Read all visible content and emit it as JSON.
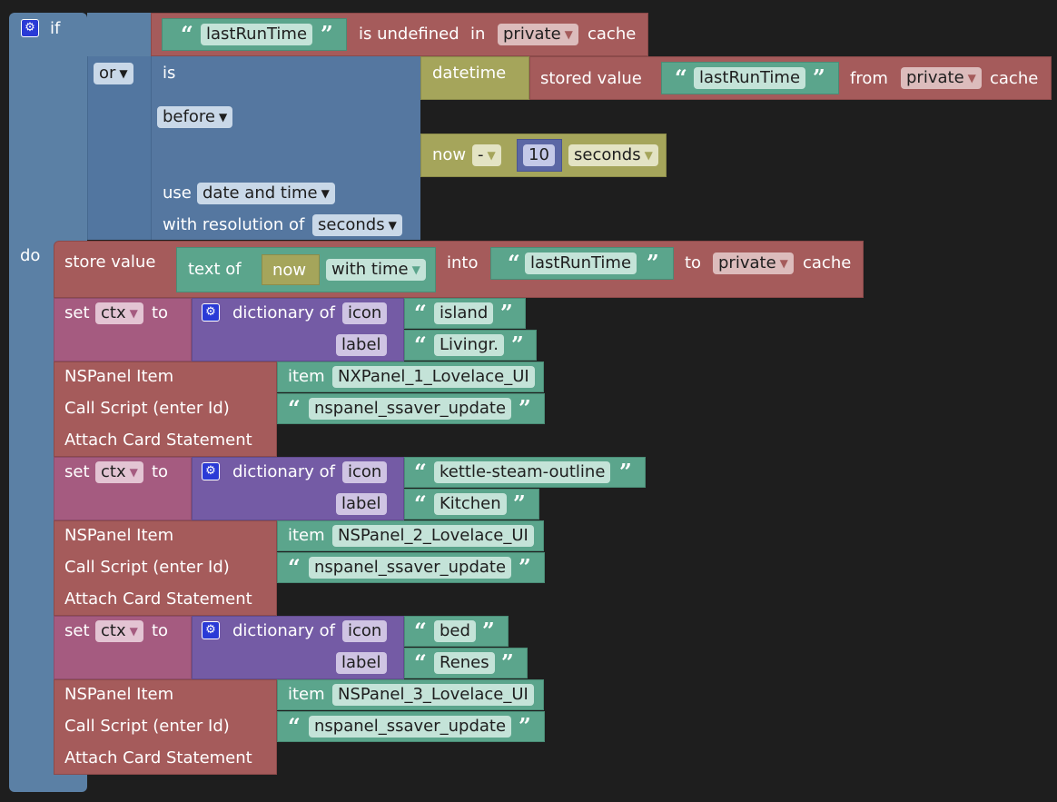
{
  "if_block": {
    "if_label": "if",
    "do_label": "do",
    "or_op": "or",
    "is_label": "is",
    "before_op": "before",
    "use_label": "use",
    "use_option": "date and time",
    "resolution_label": "with resolution of",
    "resolution_option": "seconds"
  },
  "undefined_check": {
    "key": "lastRunTime",
    "text": "is undefined",
    "in_label": "in",
    "cache": "private",
    "cache_label": "cache"
  },
  "datetime_block": {
    "label": "datetime",
    "stored_label": "stored value",
    "key": "lastRunTime",
    "from_label": "from",
    "cache": "private",
    "cache_label": "cache"
  },
  "now_block": {
    "now_label": "now",
    "op": "-",
    "amount": "10",
    "unit": "seconds"
  },
  "store_block": {
    "label": "store value",
    "text_of_label": "text of",
    "now_label": "now",
    "format": "with time",
    "into_label": "into",
    "key": "lastRunTime",
    "to_label": "to",
    "cache": "private",
    "cache_label": "cache"
  },
  "sets": [
    {
      "set_label": "set",
      "var": "ctx",
      "to_label": "to",
      "dict_label": "dictionary of",
      "key1": "icon",
      "val1": "island",
      "key2": "label",
      "val2": "Livingr.",
      "nspanel_label": "NSPanel Item",
      "item_label": "item",
      "item_value": "NXPanel_1_Lovelace_UI",
      "call_label": "Call Script (enter Id)",
      "script": "nspanel_ssaver_update",
      "attach_label": "Attach Card Statement"
    },
    {
      "set_label": "set",
      "var": "ctx",
      "to_label": "to",
      "dict_label": "dictionary of",
      "key1": "icon",
      "val1": "kettle-steam-outline",
      "key2": "label",
      "val2": "Kitchen",
      "nspanel_label": "NSPanel Item",
      "item_label": "item",
      "item_value": "NSPanel_2_Lovelace_UI",
      "call_label": "Call Script (enter Id)",
      "script": "nspanel_ssaver_update",
      "attach_label": "Attach Card Statement"
    },
    {
      "set_label": "set",
      "var": "ctx",
      "to_label": "to",
      "dict_label": "dictionary of",
      "key1": "icon",
      "val1": "bed",
      "key2": "label",
      "val2": "Renes",
      "nspanel_label": "NSPanel Item",
      "item_label": "item",
      "item_value": "NSPanel_3_Lovelace_UI",
      "call_label": "Call Script (enter Id)",
      "script": "nspanel_ssaver_update",
      "attach_label": "Attach Card Statement"
    }
  ],
  "colors": {
    "logic": "#5b80a5",
    "cache": "#a55b5b",
    "text": "#5ba58c",
    "datetime": "#a5a55b",
    "dictionary": "#745ba5",
    "variable": "#a55b80",
    "number": "#5b67a5"
  },
  "icons": {
    "mutator": "gear-icon",
    "dropdown": "dropdown-arrow-icon",
    "quote": "quote-icon"
  }
}
